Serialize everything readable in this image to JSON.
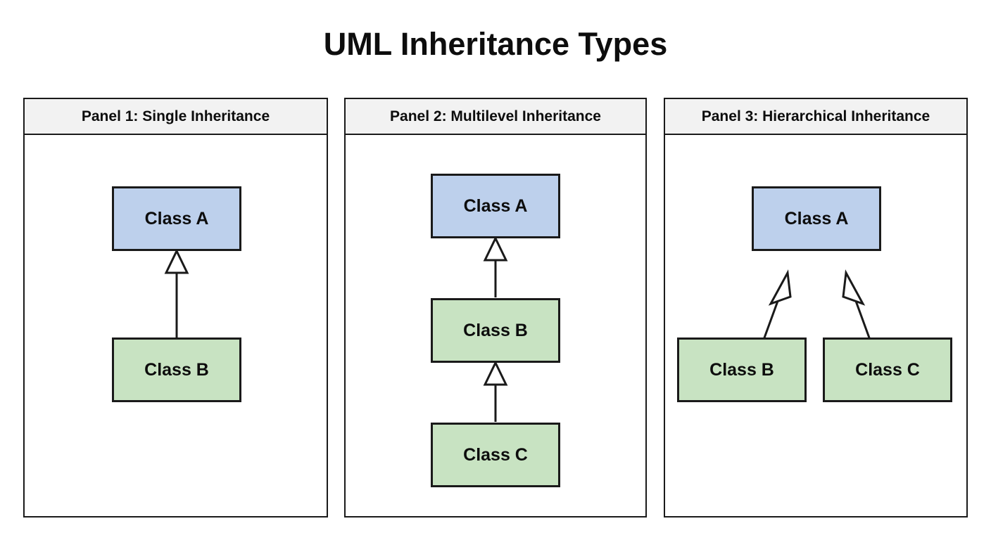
{
  "title": "UML Inheritance Types",
  "colors": {
    "background": "#ffffff",
    "panel_border": "#1a1a1a",
    "panel_header_bg": "#f2f2f2",
    "base_class_fill": "#bdd0ec",
    "derived_class_fill": "#c8e3c2",
    "box_border": "#1a1a1a",
    "text": "#0d0d0d",
    "connector": "#1a1a1a",
    "arrowhead_fill": "#ffffff"
  },
  "panels": [
    {
      "id": "panel-1",
      "header": "Panel 1: Single Inheritance",
      "classes": [
        {
          "name": "Class A",
          "role": "base",
          "fill": "#bdd0ec"
        },
        {
          "name": "Class B",
          "role": "derived",
          "fill": "#c8e3c2"
        }
      ],
      "relations": [
        {
          "from": "Class B",
          "to": "Class A",
          "type": "generalization",
          "arrowhead": "hollow-triangle"
        }
      ]
    },
    {
      "id": "panel-2",
      "header": "Panel 2: Multilevel Inheritance",
      "classes": [
        {
          "name": "Class A",
          "role": "base",
          "fill": "#bdd0ec"
        },
        {
          "name": "Class B",
          "role": "derived",
          "fill": "#c8e3c2"
        },
        {
          "name": "Class C",
          "role": "derived",
          "fill": "#c8e3c2"
        }
      ],
      "relations": [
        {
          "from": "Class B",
          "to": "Class A",
          "type": "generalization",
          "arrowhead": "hollow-triangle"
        },
        {
          "from": "Class C",
          "to": "Class B",
          "type": "generalization",
          "arrowhead": "hollow-triangle"
        }
      ]
    },
    {
      "id": "panel-3",
      "header": "Panel 3: Hierarchical Inheritance",
      "classes": [
        {
          "name": "Class A",
          "role": "base",
          "fill": "#bdd0ec"
        },
        {
          "name": "Class B",
          "role": "derived",
          "fill": "#c8e3c2"
        },
        {
          "name": "Class C",
          "role": "derived",
          "fill": "#c8e3c2"
        }
      ],
      "relations": [
        {
          "from": "Class B",
          "to": "Class A",
          "type": "generalization",
          "arrowhead": "hollow-triangle"
        },
        {
          "from": "Class C",
          "to": "Class A",
          "type": "generalization",
          "arrowhead": "hollow-triangle"
        }
      ]
    }
  ]
}
